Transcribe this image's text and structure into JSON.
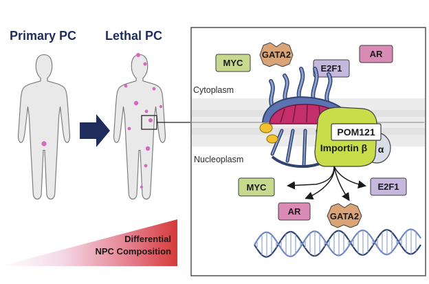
{
  "left": {
    "primary_title": "Primary PC",
    "lethal_title": "Lethal PC",
    "gradient_line1": "Differential",
    "gradient_line2": "NPC Composition"
  },
  "panel": {
    "cytoplasm_label": "Cytoplasm",
    "nucleoplasm_label": "Nucleoplasm",
    "top_factors": [
      "MYC",
      "GATA2",
      "E2F1",
      "AR"
    ],
    "pom121_label": "POM121",
    "importin_beta_label": "Importin β",
    "importin_alpha_label": "α",
    "bottom_factors": [
      "MYC",
      "AR",
      "GATA2",
      "E2F1"
    ]
  },
  "colors": {
    "title_navy": "#1f2d5c",
    "myc_green": "#c6d98f",
    "gata2_orange": "#dba476",
    "e2f1_lavender": "#c4b8dc",
    "ar_pink": "#d98bb5",
    "importin_lime": "#c9dd4b",
    "metastasis_pink": "#d36ac0",
    "gradient_red": "#d63a3a"
  }
}
